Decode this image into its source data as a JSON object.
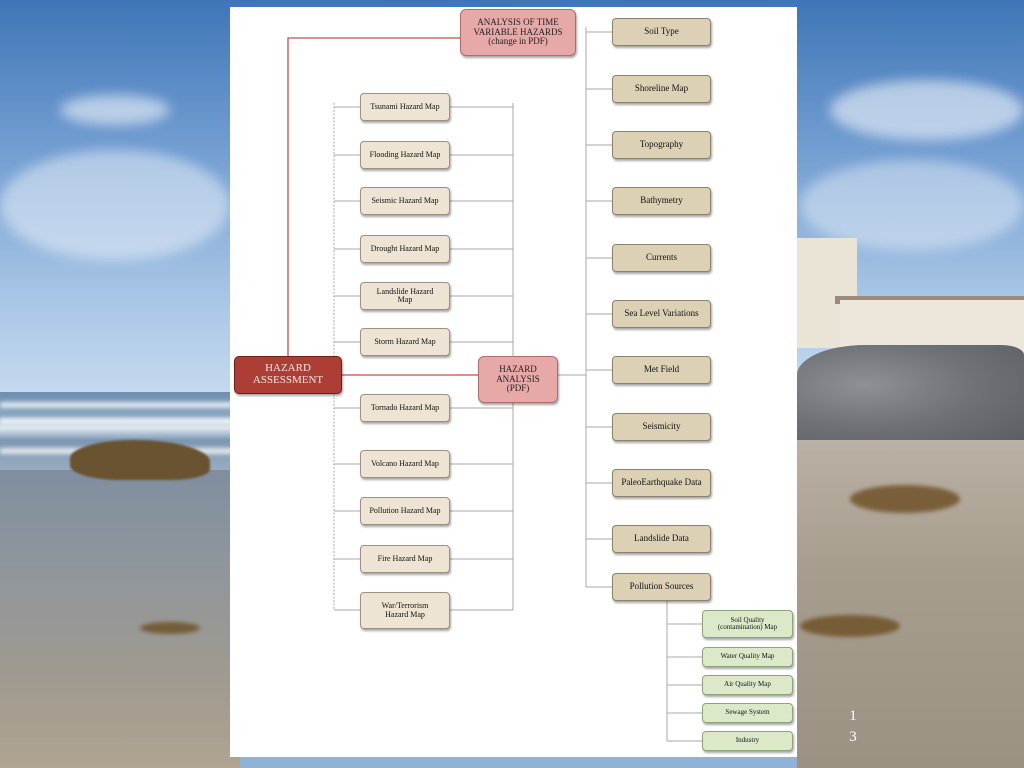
{
  "diagram": {
    "root": "HAZARD ASSESSMENT",
    "time_variable": "ANALYSIS OF TIME VARIABLE HAZARDS (change in PDF)",
    "hazard_analysis": "HAZARD ANALYSIS (PDF)",
    "hazard_maps": [
      "Tsunami Hazard Map",
      "Flooding Hazard Map",
      "Seismic Hazard Map",
      "Drought Hazard Map",
      "Landslide Hazard Map",
      "Storm Hazard Map",
      "Tornado Hazard Map",
      "Volcano Hazard Map",
      "Pollution Hazard Map",
      "Fire Hazard Map",
      "War/Terrorism Hazard Map"
    ],
    "data_inputs": [
      "Soil Type",
      "Shoreline Map",
      "Topography",
      "Bathymetry",
      "Currents",
      "Sea Level Variations",
      "Met Field",
      "Seismicity",
      "PaleoEarthquake Data",
      "Landslide Data",
      "Pollution Sources"
    ],
    "pollution_sub": [
      "Soil Quality (contamination) Map",
      "Water Quality Map",
      "Air Quality Map",
      "Sewage System",
      "Industry"
    ]
  },
  "slide_number_line1": "1",
  "slide_number_line2": "3",
  "colors": {
    "root": "#ad3e35",
    "pink": "#e7a8a8",
    "hazard_box": "#ede4d3",
    "data_box": "#dcd0b5",
    "sub_box": "#dbe9c8",
    "red_connector": "#b0574b",
    "grey_connector": "#a8a8a8"
  }
}
